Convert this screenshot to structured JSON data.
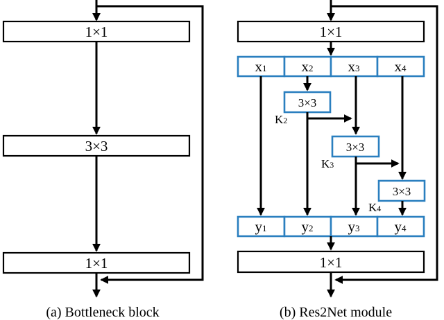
{
  "colors": {
    "line": "#000000",
    "split_box_border": "#2a7fbf",
    "plain_box_border": "#000000"
  },
  "bottleneck": {
    "conv_top": "1×1",
    "conv_mid": "3×3",
    "conv_bottom": "1×1",
    "caption": "(a) Bottleneck block"
  },
  "res2net": {
    "conv_top": "1×1",
    "splits_in": [
      {
        "base": "x",
        "sub": "1"
      },
      {
        "base": "x",
        "sub": "2"
      },
      {
        "base": "x",
        "sub": "3"
      },
      {
        "base": "x",
        "sub": "4"
      }
    ],
    "convs": [
      {
        "label": "3×3",
        "k_base": "K",
        "k_sub": "2"
      },
      {
        "label": "3×3",
        "k_base": "K",
        "k_sub": "3"
      },
      {
        "label": "3×3",
        "k_base": "K",
        "k_sub": "4"
      }
    ],
    "splits_out": [
      {
        "base": "y",
        "sub": "1"
      },
      {
        "base": "y",
        "sub": "2"
      },
      {
        "base": "y",
        "sub": "3"
      },
      {
        "base": "y",
        "sub": "4"
      }
    ],
    "conv_bottom": "1×1",
    "caption": "(b) Res2Net module"
  }
}
